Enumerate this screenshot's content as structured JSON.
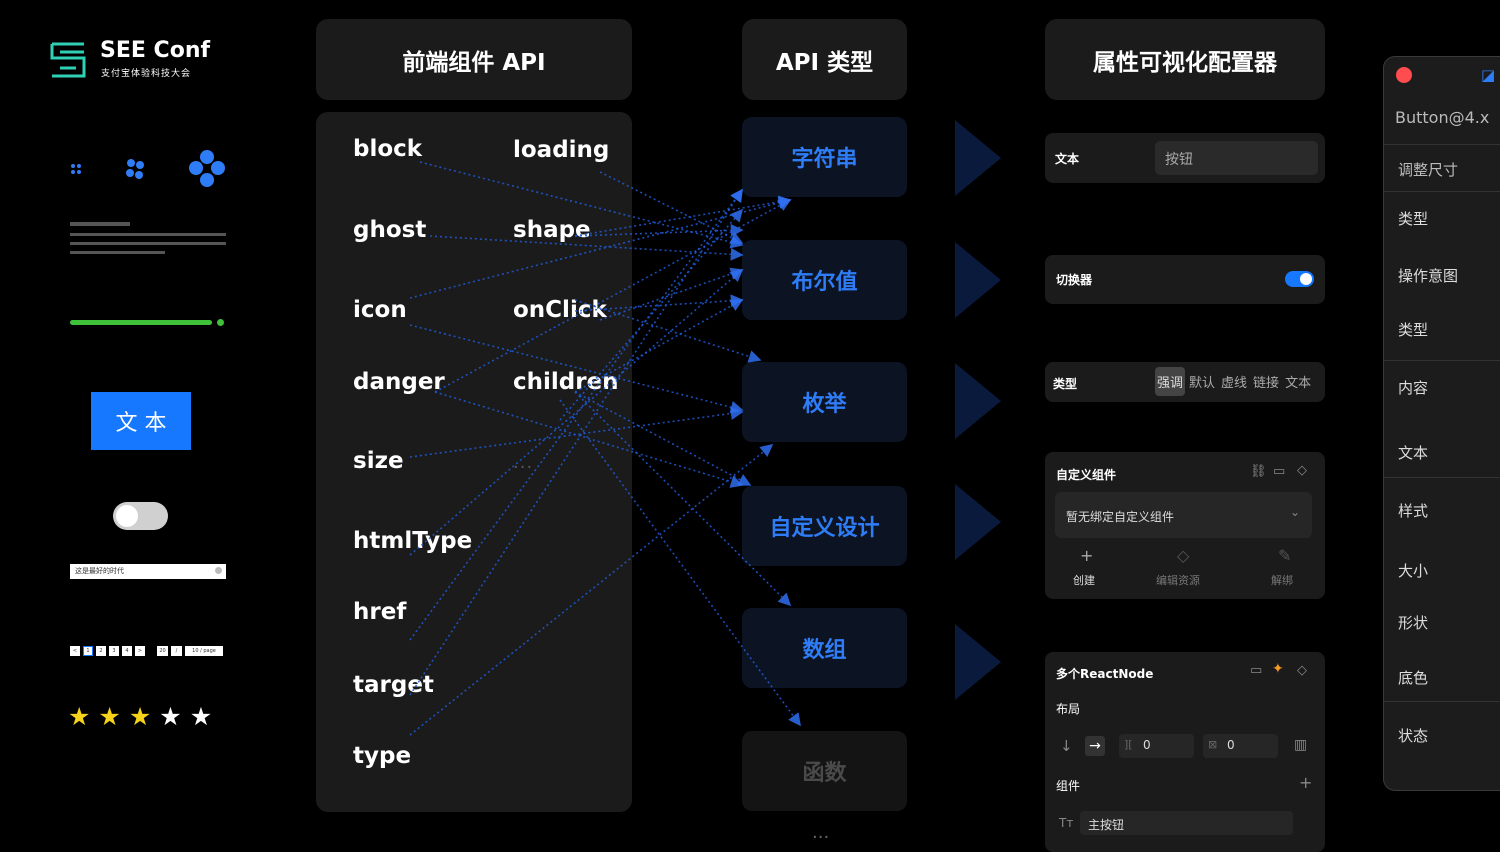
{
  "logo": {
    "title": "SEE Conf",
    "subtitle": "支付宝体验科技大会"
  },
  "headers": {
    "frontend_api": "前端组件 API",
    "api_types": "API 类型",
    "configurator": "属性可视化配置器"
  },
  "props": {
    "left": [
      "block",
      "ghost",
      "icon",
      "danger",
      "size",
      "htmlType",
      "href",
      "target",
      "type"
    ],
    "right": [
      "loading",
      "shape",
      "onClick",
      "children"
    ],
    "more": "..."
  },
  "types": [
    "字符串",
    "布尔值",
    "枚举",
    "自定义设计",
    "数组",
    "函数"
  ],
  "types_more": "...",
  "preview": {
    "button_text": "文 本",
    "input_text": "这是最好的时代",
    "pagination": [
      "<",
      "1",
      "2",
      "3",
      "4",
      ">"
    ],
    "page_jump": [
      "20",
      "/",
      "10 / page"
    ],
    "stars_filled": 3,
    "stars_total": 5
  },
  "config": {
    "text_label": "文本",
    "text_value": "按钮",
    "switch_label": "切换器",
    "type_label": "类型",
    "type_options": [
      "强调",
      "默认",
      "虚线",
      "链接",
      "文本"
    ],
    "custom_title": "自定义组件",
    "custom_select": "暂无绑定自定义组件",
    "custom_actions": [
      "创建",
      "编辑资源",
      "解绑"
    ],
    "multi_title": "多个ReactNode",
    "layout_label": "布局",
    "layout_gap": "0",
    "layout_pad": "0",
    "component_label": "组件",
    "component_item_icon": "Tт",
    "component_item": "主按钮"
  },
  "sidebar": {
    "title": "Button@4.x",
    "items": [
      "调整尺寸",
      "类型",
      "操作意图",
      "类型",
      "内容",
      "文本",
      "样式",
      "大小",
      "形状",
      "底色",
      "状态"
    ]
  },
  "colors": {
    "accent": "#2f7df6",
    "progress": "#3fc13a",
    "star": "#f6d21a",
    "close": "#ff4d4f"
  }
}
